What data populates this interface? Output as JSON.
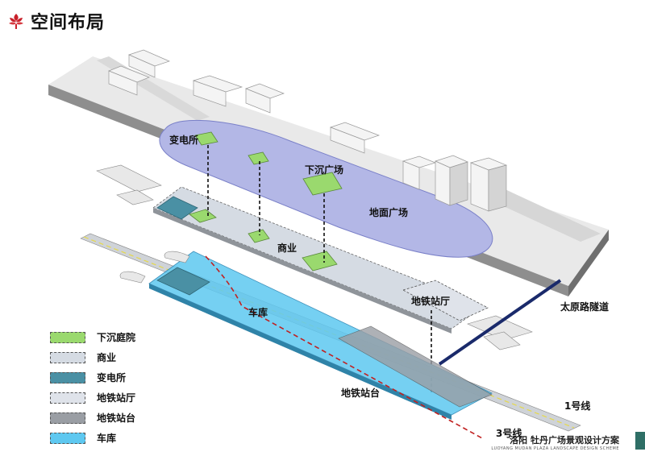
{
  "header": {
    "title": "空间布局"
  },
  "labels": {
    "substation": "变电所",
    "sunken_plaza": "下沉广场",
    "ground_plaza": "地面广场",
    "commerce": "商业",
    "garage": "车库",
    "metro_hall": "地铁站厅",
    "metro_platform": "地铁站台",
    "tunnel": "太原路隧道",
    "line1": "1号线",
    "line3": "3号线"
  },
  "legend": [
    {
      "label": "下沉庭院",
      "color": "#9ad96e"
    },
    {
      "label": "商业",
      "color": "#d5dbe3"
    },
    {
      "label": "变电所",
      "color": "#4a90a4"
    },
    {
      "label": "地铁站厅",
      "color": "#dfe3ea"
    },
    {
      "label": "地铁站台",
      "color": "#9a9ea4"
    },
    {
      "label": "车库",
      "color": "#5ec8f0"
    }
  ],
  "footer": {
    "main": "洛阳  牡丹广场景观设计方案",
    "sub": "LUOYANG MUDAN PLAZA LANDSCAPE DESIGN SCHEME"
  }
}
